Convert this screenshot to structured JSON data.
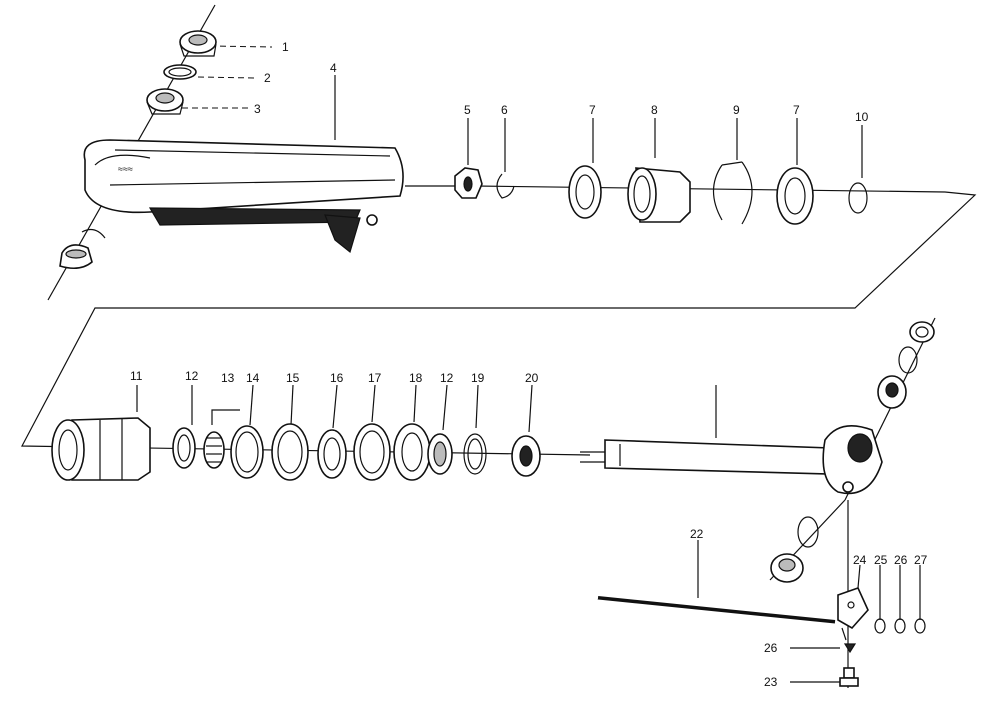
{
  "labels": {
    "p1": "1",
    "p2": "2",
    "p3": "3",
    "p4": "4",
    "p5": "5",
    "p6": "6",
    "p7a": "7",
    "p8": "8",
    "p9": "9",
    "p7b": "7",
    "p10": "10",
    "p11": "11",
    "p12a": "12",
    "p13": "13",
    "p14": "14",
    "p15": "15",
    "p16": "16",
    "p17": "17",
    "p18": "18",
    "p12b": "12",
    "p19": "19",
    "p20": "20",
    "p22": "22",
    "p24": "24",
    "p25": "25",
    "p26a": "26",
    "p27": "27",
    "p26b": "26",
    "p23": "23"
  }
}
